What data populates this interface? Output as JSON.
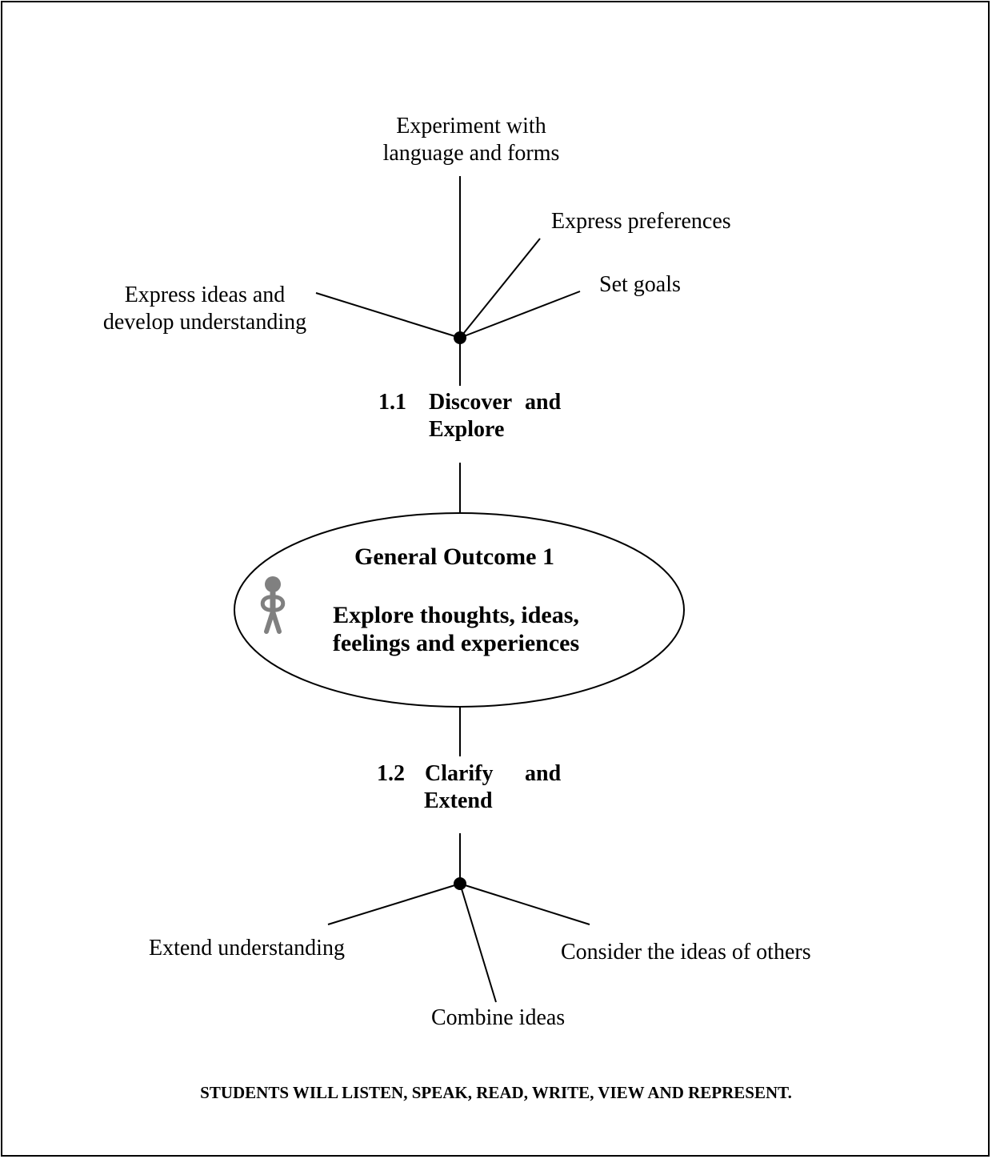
{
  "diagram": {
    "center": {
      "heading": "General Outcome 1",
      "line1": "Explore thoughts, ideas,",
      "line2": "feelings and experiences",
      "icon": "person-icon"
    },
    "sub_outcome_1": {
      "number": "1.1",
      "title_line1": "Discover",
      "and": "and",
      "title_line2": "Explore",
      "branches": {
        "top_line1": "Experiment with",
        "top_line2": "language and forms",
        "preferences": "Express preferences",
        "goals": "Set goals",
        "ideas_line1": "Express ideas and",
        "ideas_line2": "develop understanding"
      }
    },
    "sub_outcome_2": {
      "number": "1.2",
      "title_line1": "Clarify",
      "and": "and",
      "title_line2": "Extend",
      "branches": {
        "extend": "Extend understanding",
        "combine": "Combine ideas",
        "consider": "Consider the ideas of others"
      }
    },
    "footer": "STUDENTS WILL LISTEN, SPEAK, READ, WRITE, VIEW AND REPRESENT.",
    "icon_color": "#808080"
  }
}
